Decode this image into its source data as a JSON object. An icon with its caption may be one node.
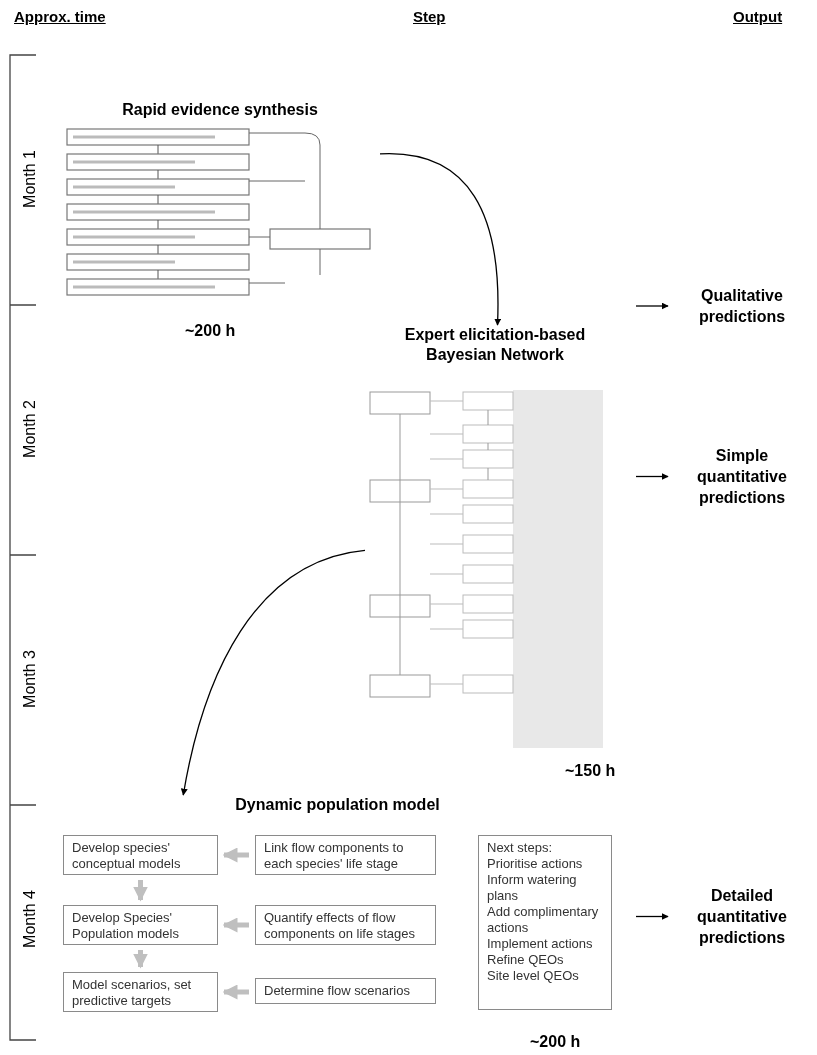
{
  "diagram": {
    "nodes": [
      {
        "text": [
          "Rapid evidence synthesis"
        ],
        "beside": [
          "~200 h"
        ]
      },
      {
        "text": [
          "Expert elicitation-based Bayesian Network"
        ],
        "beside": [
          "~150 h"
        ]
      },
      {
        "text": [
          "Dynamic population model"
        ],
        "beside": [
          "~200 h"
        ]
      },
      {
        "text": [
          "Develop species' conceptual models"
        ],
        "in": 2
      },
      {
        "text": [
          "Link flow components to each species' life stage"
        ],
        "in": 2
      },
      {
        "text": [
          "Develop Species' Population models"
        ],
        "in": 2
      },
      {
        "text": [
          "Quantify effects of flow components on life stages"
        ],
        "in": 2
      },
      {
        "text": [
          "Model scenarios, set predictive targets"
        ],
        "in": 2
      },
      {
        "text": [
          "Determine flow scenarios"
        ],
        "in": 2
      },
      {
        "text": [
          "Next steps:",
          "Prioritise actions",
          "Inform watering plans",
          "Add complimentary actions",
          "Implement actions",
          "Refine QEOs",
          "Site level QEOs"
        ],
        "in": 2
      },
      {
        "text": [
          "Qualitative predictions"
        ]
      },
      {
        "text": [
          "Simple quantitative predictions"
        ]
      },
      {
        "text": [
          "Detailed quantitative predictions"
        ]
      }
    ],
    "edges": [
      {
        "from": 0,
        "to": 1,
        "arrow": "to"
      },
      {
        "from": 1,
        "to": 2,
        "arrow": "to"
      },
      {
        "from": 4,
        "to": 3,
        "arrow": "to",
        "style": "thick",
        "color": "#bfbfbf"
      },
      {
        "from": 3,
        "to": 5,
        "arrow": "to",
        "style": "thick",
        "color": "#bfbfbf"
      },
      {
        "from": 6,
        "to": 5,
        "arrow": "to",
        "style": "thick",
        "color": "#bfbfbf"
      },
      {
        "from": 5,
        "to": 7,
        "arrow": "to",
        "style": "thick",
        "color": "#bfbfbf"
      },
      {
        "from": 8,
        "to": 7,
        "arrow": "to",
        "style": "thick",
        "color": "#bfbfbf"
      },
      {
        "from": null,
        "to": 10,
        "arrow": "to"
      },
      {
        "from": null,
        "to": 11,
        "arrow": "to"
      },
      {
        "from": null,
        "to": 12,
        "arrow": "to"
      }
    ],
    "labels": [
      "Approx. time",
      "Step",
      "Output",
      "Month 1",
      "Month 2",
      "Month 3",
      "Month 4"
    ]
  }
}
